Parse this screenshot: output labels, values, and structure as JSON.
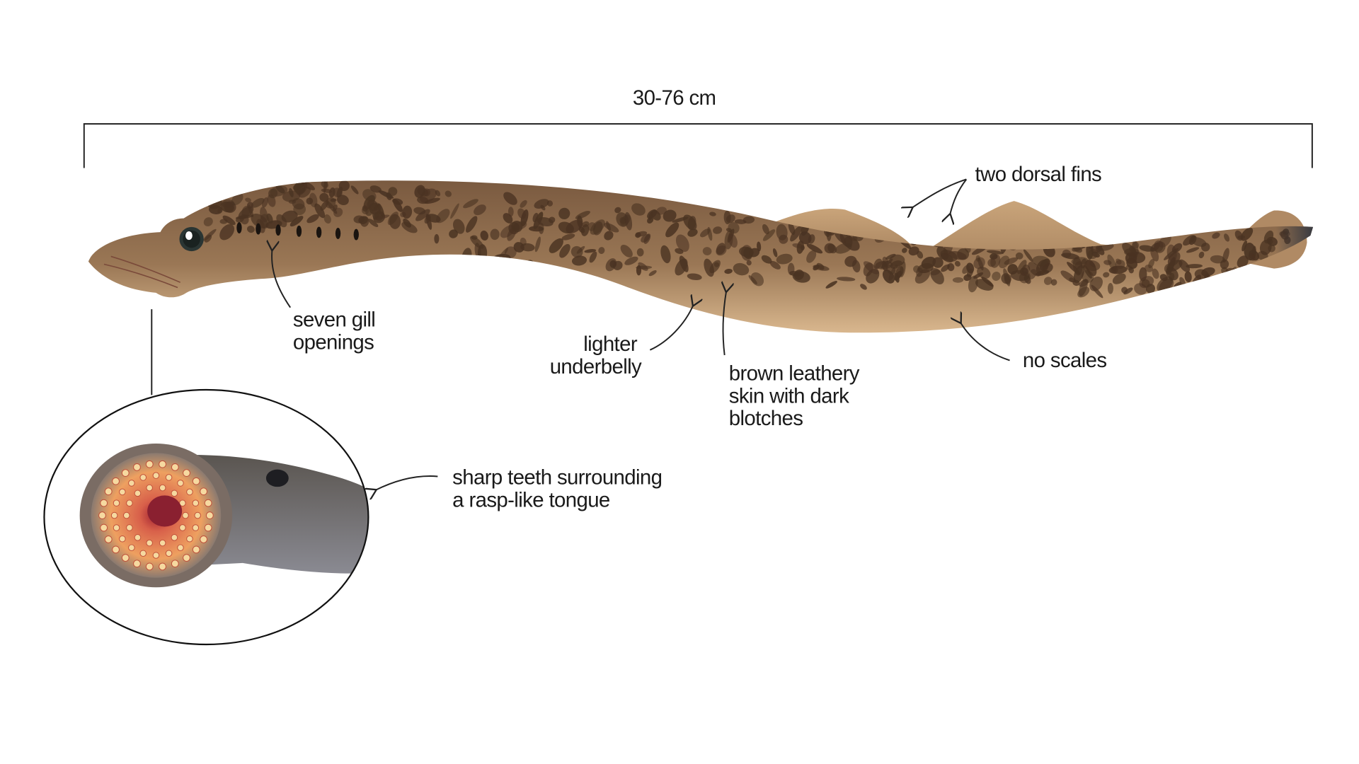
{
  "size_label": "30-76 cm",
  "labels": {
    "dorsal_fins": "two dorsal fins",
    "gill_openings": [
      "seven gill",
      "openings"
    ],
    "underbelly": [
      "lighter",
      "underbelly"
    ],
    "skin": [
      "brown leathery",
      "skin with dark",
      "blotches"
    ],
    "no_scales": "no scales",
    "teeth": [
      "sharp teeth surrounding",
      "a rasp-like tongue"
    ]
  },
  "colors": {
    "body": "#8a6a4c",
    "belly": "#d3b28a",
    "blotch": "#4a3322",
    "tail": "#2f3540",
    "mouth": "#e8884a"
  }
}
